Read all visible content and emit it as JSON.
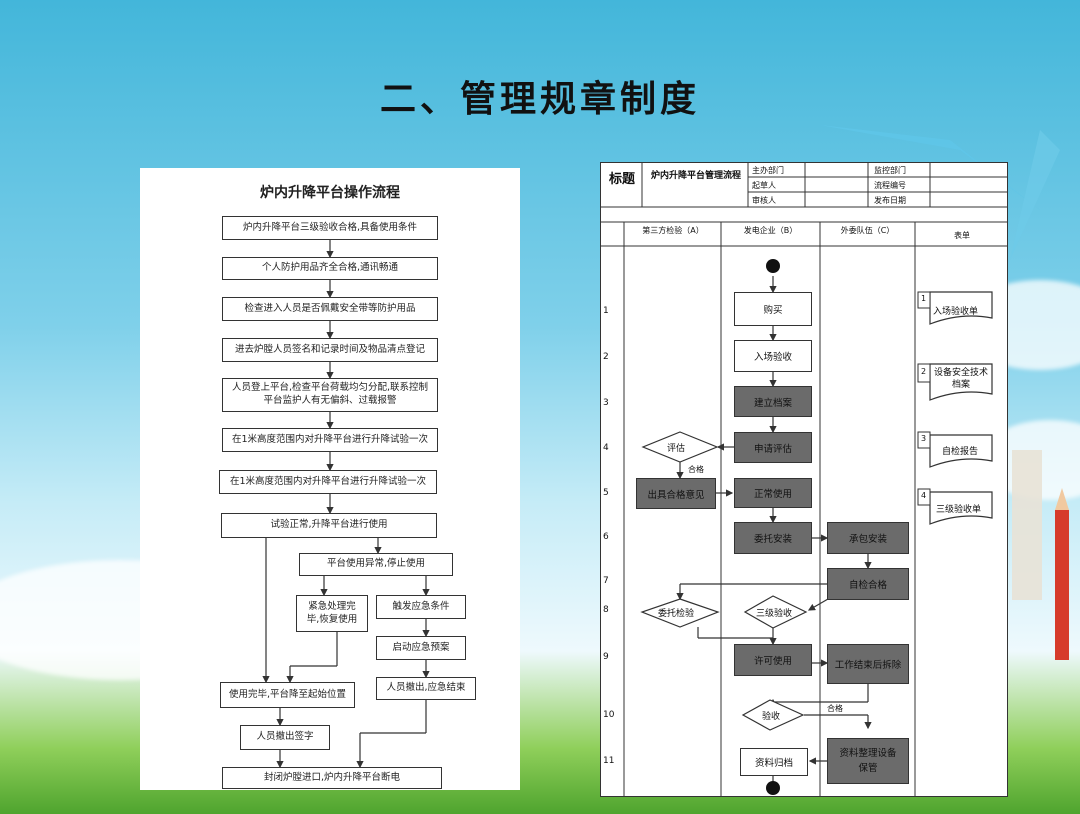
{
  "slide_title": "二、管理规章制度",
  "left_chart": {
    "title": "炉内升降平台操作流程",
    "steps": [
      "炉内升降平台三级验收合格,具备使用条件",
      "个人防护用品齐全合格,通讯畅通",
      "检查进入人员是否佩戴安全带等防护用品",
      "进去炉膛人员签名和记录时间及物品清点登记",
      "人员登上平台,检查平台荷载均匀分配,联系控制平台监护人有无偏斜、过载报警",
      "在1米高度范围内对升降平台进行升降试验一次",
      "在1米高度范围内对升降平台进行升降试验一次",
      "试验正常,升降平台进行使用",
      "平台使用异常,停止使用",
      "紧急处理完毕,恢复使用",
      "触发应急条件",
      "启动应急预案",
      "人员撤出,应急结束",
      "使用完毕,平台降至起始位置",
      "人员撤出签字",
      "封闭炉膛进口,炉内升降平台断电"
    ]
  },
  "right_chart": {
    "header": {
      "title_label": "标题",
      "title_value": "炉内升降平台管理流程",
      "fields": [
        "主办部门",
        "起草人",
        "审核人",
        "监控部门",
        "流程编号",
        "发布日期"
      ]
    },
    "lanes": [
      "第三方检验（A）",
      "发电企业（B）",
      "外委队伍（C）",
      "表单"
    ],
    "row_numbers": [
      "1",
      "2",
      "3",
      "4",
      "5",
      "6",
      "7",
      "8",
      "9",
      "10",
      "11"
    ],
    "nodes": {
      "purchase": "购买",
      "incoming_inspection": "入场验收",
      "build_archive": "建立档案",
      "apply_assess": "申请评估",
      "assess": "评估",
      "pass_a": "合格",
      "issue_opinion": "出具合格意见",
      "normal_use": "正常使用",
      "commission_install": "委托安装",
      "contract_install": "承包安装",
      "self_check": "自检合格",
      "commission_inspect": "委托检验",
      "three_level": "三级验收",
      "permit_use": "许可使用",
      "work_end_dismantle": "工作结束后拆除",
      "acceptance": "验收",
      "pass_b": "合格",
      "archive_file": "资料归档",
      "organize_store": "资料整理设备保管"
    },
    "forms": [
      {
        "num": "1",
        "label": "入场验收单"
      },
      {
        "num": "2",
        "label": "设备安全技术档案"
      },
      {
        "num": "3",
        "label": "自检报告"
      },
      {
        "num": "4",
        "label": "三级验收单"
      }
    ]
  }
}
